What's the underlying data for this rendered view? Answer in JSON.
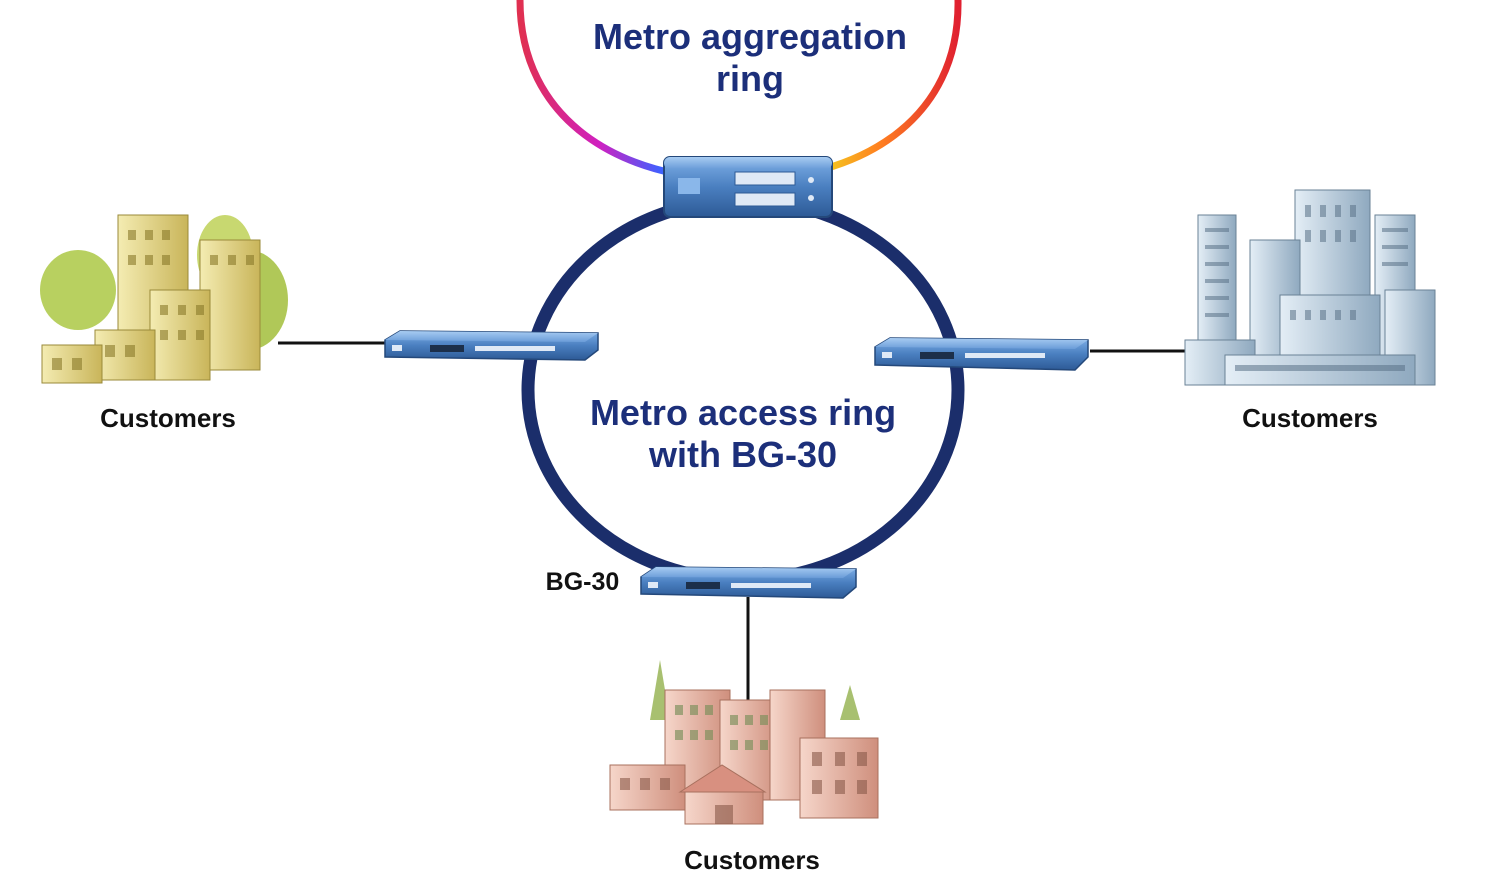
{
  "diagram": {
    "aggregation_ring": {
      "line1": "Metro aggregation",
      "line2": "ring"
    },
    "access_ring": {
      "line1": "Metro access ring",
      "line2": "with BG-30"
    },
    "device_label": "BG-30",
    "customers": {
      "left": "Customers",
      "right": "Customers",
      "bottom": "Customers"
    },
    "colors": {
      "ring_title": "#1c2f7a",
      "access_ring": "#1b2e6b",
      "device_blue": "#4a7fc0",
      "link_line": "#111111",
      "buildings_left": "#e8d98a",
      "buildings_right": "#b8cfe0",
      "buildings_bottom": "#e9b9a8"
    },
    "icons": [
      "aggregation-router-icon",
      "bg30-left-icon",
      "bg30-right-icon",
      "bg30-bottom-icon",
      "buildings-left-icon",
      "buildings-right-icon",
      "buildings-bottom-icon"
    ]
  }
}
